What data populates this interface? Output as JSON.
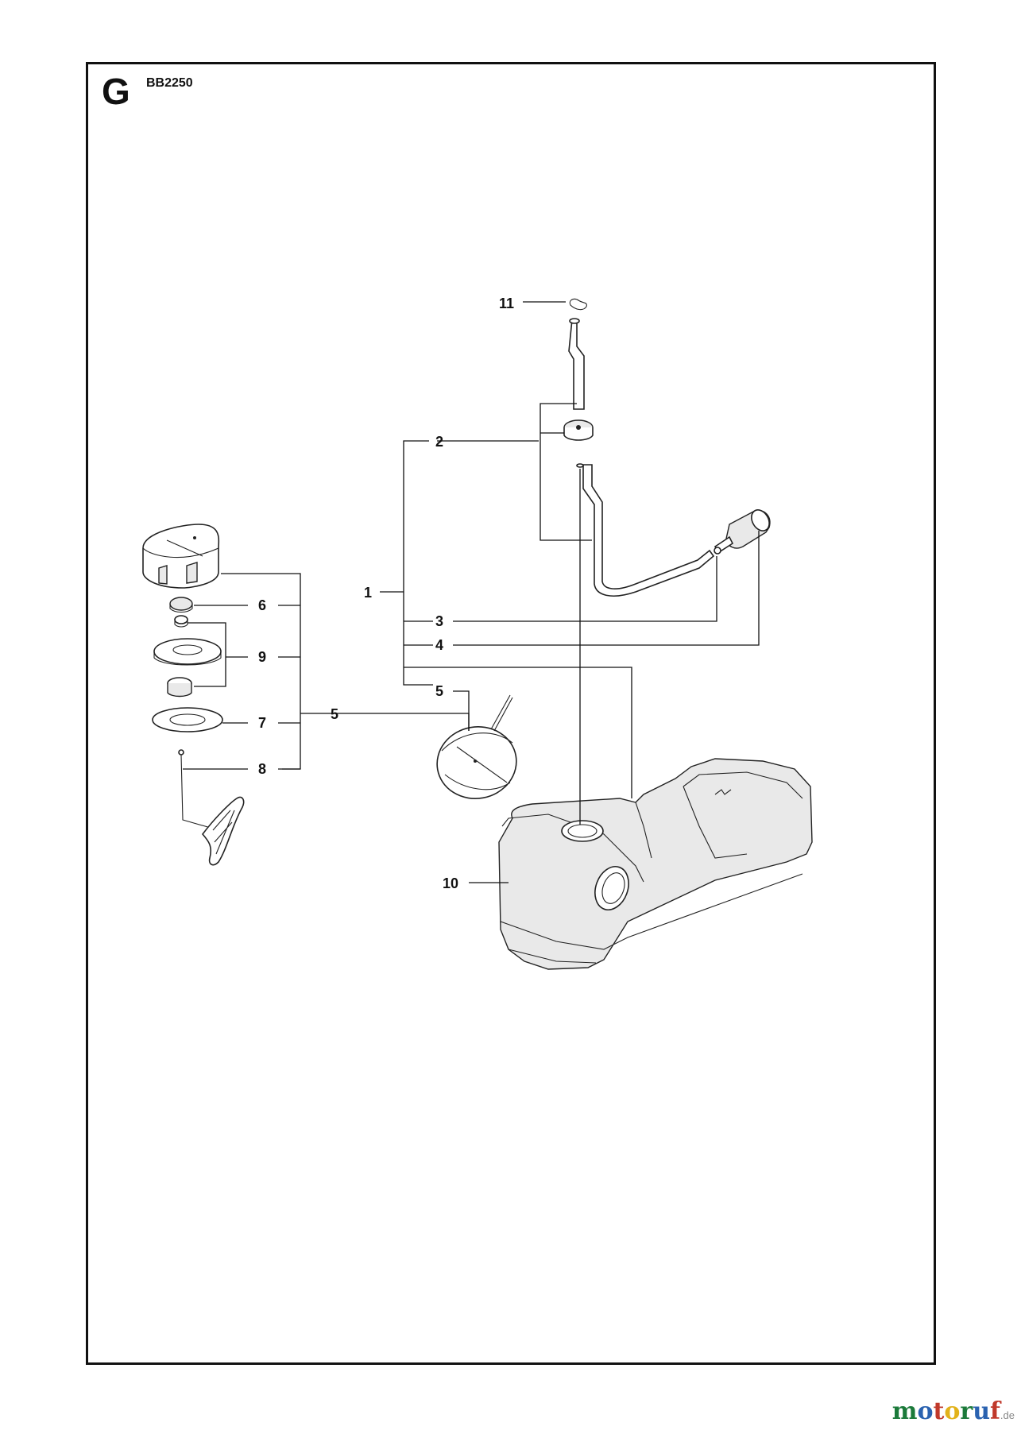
{
  "header": {
    "section_letter": "G",
    "model_code": "BB2250"
  },
  "callouts": {
    "c1": "1",
    "c2": "2",
    "c3": "3",
    "c4": "4",
    "c5a": "5",
    "c5b": "5",
    "c6": "6",
    "c7": "7",
    "c8": "8",
    "c9": "9",
    "c10": "10",
    "c11": "11"
  },
  "watermark": {
    "letters": [
      "m",
      "o",
      "t",
      "o",
      "r",
      "u",
      "f"
    ],
    "letter_colors": [
      "#1b7a3a",
      "#2a62b0",
      "#c0392b",
      "#e2b21a",
      "#1b7a3a",
      "#2a62b0",
      "#c0392b"
    ],
    "suffix": ".de"
  },
  "icons": [
    "fuel-tank-icon",
    "fuel-cap-icon",
    "fuel-filter-icon",
    "fuel-hose-icon"
  ]
}
